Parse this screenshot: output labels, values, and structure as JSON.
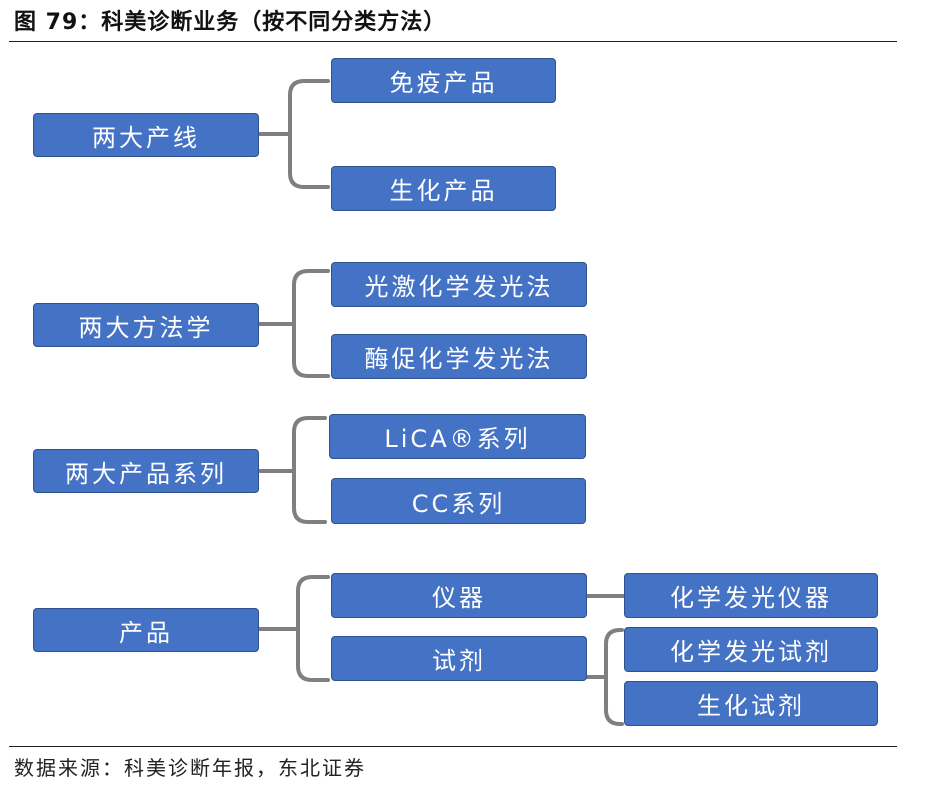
{
  "title": "图 79：科美诊断业务（按不同分类方法）",
  "source": "数据来源：科美诊断年报，东北证券",
  "colors": {
    "node_fill": "#4472c4",
    "node_border": "#2f528f",
    "connector": "#7f7f7f"
  },
  "groups": [
    {
      "label": "两大产线",
      "children": [
        {
          "label": "免疫产品"
        },
        {
          "label": "生化产品"
        }
      ]
    },
    {
      "label": "两大方法学",
      "children": [
        {
          "label": "光激化学发光法"
        },
        {
          "label": "酶促化学发光法"
        }
      ]
    },
    {
      "label": "两大产品系列",
      "children": [
        {
          "label": "LiCA®系列"
        },
        {
          "label": "CC系列"
        }
      ]
    },
    {
      "label": "产品",
      "children": [
        {
          "label": "仪器",
          "children": [
            {
              "label": "化学发光仪器"
            }
          ]
        },
        {
          "label": "试剂",
          "children": [
            {
              "label": "化学发光试剂"
            },
            {
              "label": "生化试剂"
            }
          ]
        }
      ]
    }
  ]
}
